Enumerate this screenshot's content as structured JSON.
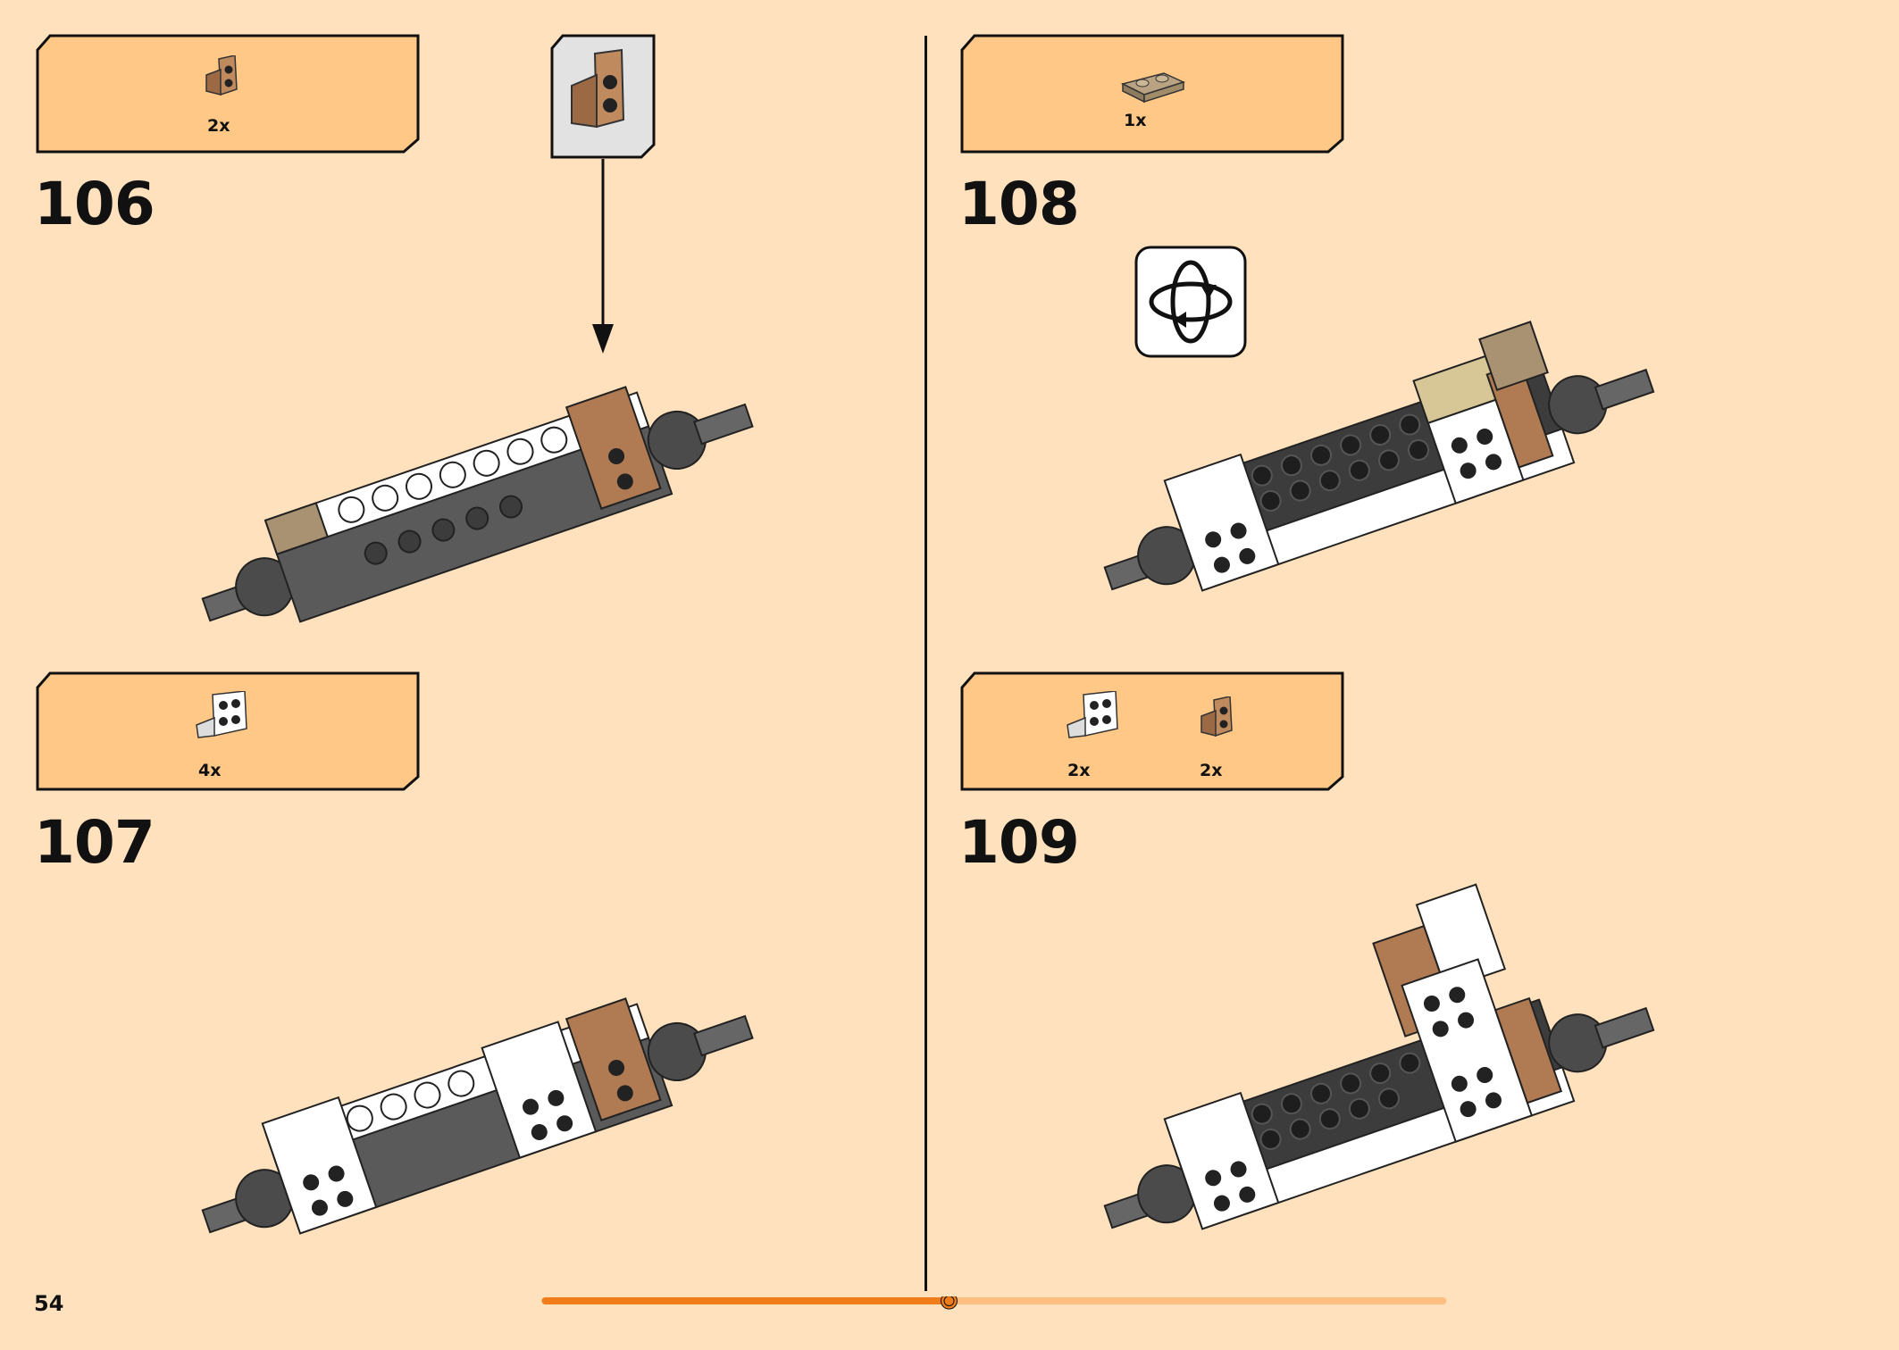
{
  "page": {
    "number": "54",
    "progress": 0.45
  },
  "colors": {
    "background": "#ffe2bd",
    "callout": "#ffc887",
    "progress_fill": "#f07d1a",
    "progress_track": "#ffbf82",
    "brown": "#b07a52",
    "dark_gray": "#555555",
    "tan": "#a99272"
  },
  "steps": [
    {
      "number": "106",
      "parts": [
        {
          "icon": "brown-bracket-icon",
          "qty": "2x"
        }
      ]
    },
    {
      "number": "107",
      "parts": [
        {
          "icon": "white-bracket-2x2-icon",
          "qty": "4x"
        }
      ]
    },
    {
      "number": "108",
      "parts": [
        {
          "icon": "tan-plate-1x2-icon",
          "qty": "1x"
        }
      ]
    },
    {
      "number": "109",
      "parts": [
        {
          "icon": "white-bracket-2x2-icon",
          "qty": "2x"
        },
        {
          "icon": "brown-bracket-icon",
          "qty": "2x"
        }
      ]
    }
  ],
  "icons": {
    "rotate": "rotate-model-icon",
    "subassembly": "brown-bracket-icon"
  }
}
